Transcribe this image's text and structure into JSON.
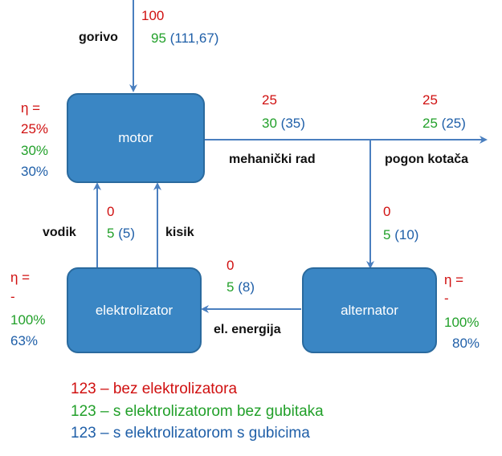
{
  "colors": {
    "red": "#d01010",
    "green": "#22a02a",
    "blue": "#1f5fa8",
    "box_fill": "#3a86c4",
    "arrow": "#4a7fbf"
  },
  "boxes": {
    "motor": "motor",
    "elektrolizator": "elektrolizator",
    "alternator": "alternator"
  },
  "labels": {
    "gorivo": "gorivo",
    "mehanicki_rad": "mehanički rad",
    "pogon_kotaca": "pogon kotača",
    "vodik": "vodik",
    "kisik": "kisik",
    "el_energija": "el. energija"
  },
  "values": {
    "gorivo": {
      "red": "100",
      "green": "95",
      "blue": "(111,67)"
    },
    "mehanicki_rad": {
      "red": "25",
      "green": "30",
      "blue": "(35)"
    },
    "pogon_kotaca": {
      "red": "25",
      "green": "25",
      "blue": "(25)"
    },
    "alternator_in": {
      "red": "0",
      "green": "5",
      "blue": "(10)"
    },
    "vodik_kisik": {
      "red": "0",
      "green": "5",
      "blue": "(5)"
    },
    "el_energija": {
      "red": "0",
      "green": "5",
      "blue": "(8)"
    }
  },
  "efficiency": {
    "motor": {
      "eta": "η =",
      "red": "25%",
      "green": "30%",
      "blue": "30%"
    },
    "elektrolizator": {
      "eta": "η =",
      "red": "-",
      "green": "100%",
      "blue": "63%"
    },
    "alternator": {
      "eta": "η =",
      "red": "-",
      "green": "100%",
      "blue": "80%"
    }
  },
  "legend": {
    "red": "123 – bez elektrolizatora",
    "green": "123 – s elektrolizatorom bez gubitaka",
    "blue": "123 – s elektrolizatorom s gubicima"
  }
}
